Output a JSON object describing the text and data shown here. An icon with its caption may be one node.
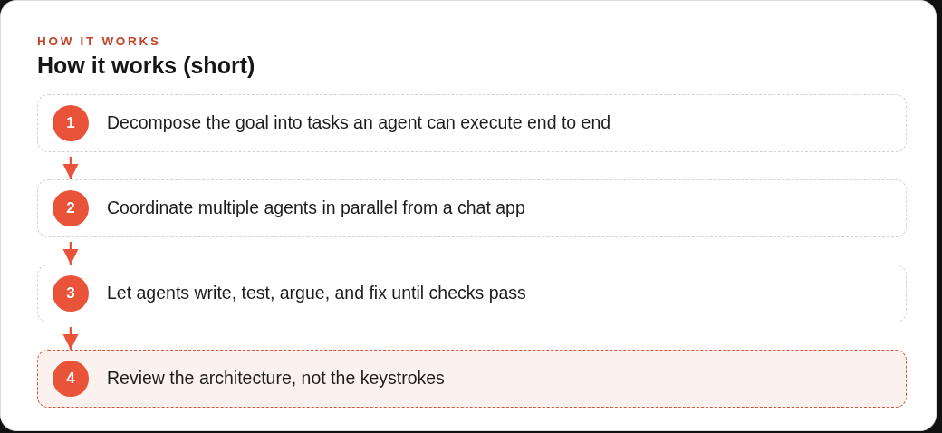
{
  "diagram": {
    "title": "How it works (short)",
    "nodes": [
      {
        "text": [
          "1",
          "Decompose the goal into tasks an agent can execute end to end"
        ]
      },
      {
        "text": [
          "2",
          "Coordinate multiple agents in parallel from a chat app"
        ]
      },
      {
        "text": [
          "3",
          "Let agents write, test, argue, and fix until checks pass"
        ]
      },
      {
        "text": [
          "4",
          "Review the architecture, not the keystrokes"
        ]
      }
    ],
    "edges": [
      {
        "from": 0,
        "to": 1,
        "arrow": "to"
      },
      {
        "from": 1,
        "to": 2,
        "arrow": "to"
      },
      {
        "from": 2,
        "to": 3,
        "arrow": "to"
      }
    ],
    "labels": [
      "HOW IT WORKS"
    ]
  }
}
